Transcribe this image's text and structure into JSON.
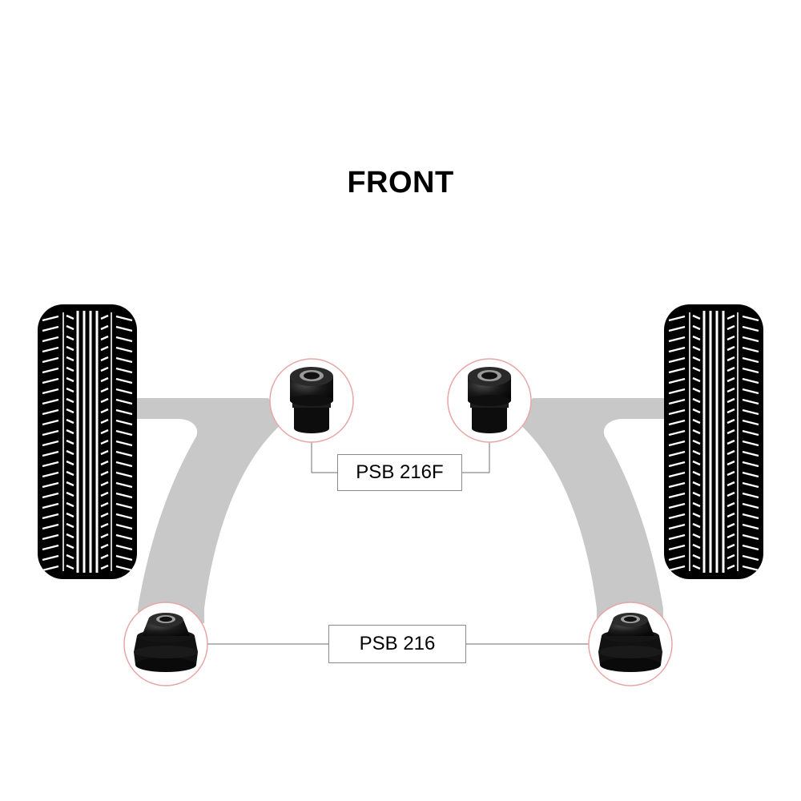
{
  "title": "FRONT",
  "labels": {
    "front_bush": "PSB 216F",
    "rear_bush": "PSB 216"
  },
  "colors": {
    "tyre": "#000000",
    "tread": "#ffffff",
    "arm": "#c8c8c8",
    "bush": "#111111",
    "inset_ring": "#e8a5a5",
    "leader_line": "#8a8a8a"
  },
  "icons": {
    "tyre_left": "tyre-icon",
    "tyre_right": "tyre-icon",
    "arm_left": "control-arm-icon",
    "arm_right": "control-arm-icon",
    "bush_front": "cylindrical-bush-icon",
    "bush_rear": "conical-bush-icon"
  }
}
